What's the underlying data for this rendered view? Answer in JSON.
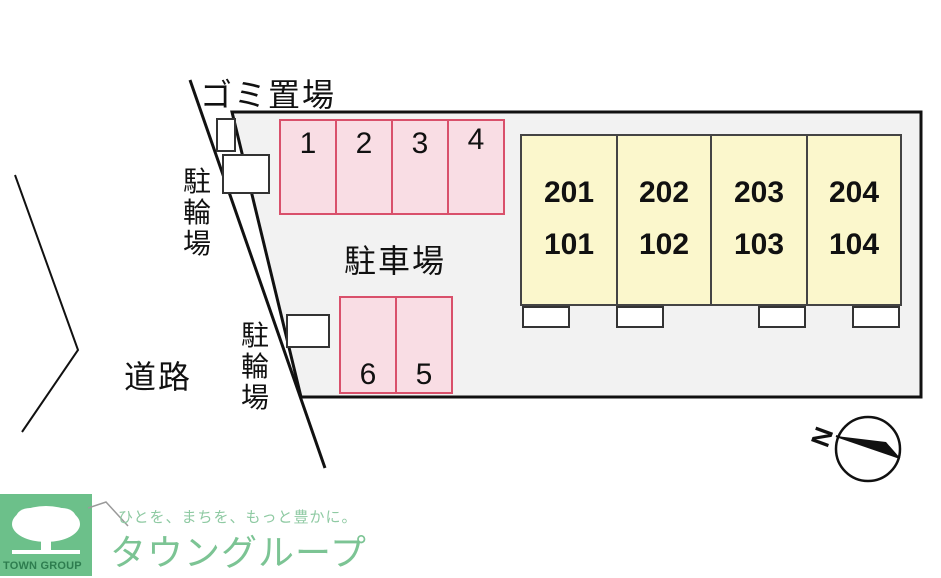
{
  "labels": {
    "garbage": "ゴミ置場",
    "bicycle_parking_top": [
      "駐",
      "輪",
      "場"
    ],
    "bicycle_parking_bottom": [
      "駐",
      "輪",
      "場"
    ],
    "parking_lot": "駐車場",
    "road": "道路",
    "north": "N"
  },
  "parking_top": [
    "1",
    "2",
    "3",
    "4"
  ],
  "parking_bottom": [
    "6",
    "5"
  ],
  "units": [
    {
      "upper": "201",
      "lower": "101"
    },
    {
      "upper": "202",
      "lower": "102"
    },
    {
      "upper": "203",
      "lower": "103"
    },
    {
      "upper": "204",
      "lower": "104"
    }
  ],
  "logo": {
    "tagline": "ひとを、まちを、もっと豊かに。",
    "brand": "タウングループ",
    "company": "TOWN GROUP"
  },
  "colors": {
    "parking_fill": "#f9dde4",
    "parking_border": "#d9506b",
    "unit_fill": "#fbf7cc",
    "site_fill": "#f2f2f2",
    "logo_green": "#6cc08a"
  },
  "icons": [
    "compass-icon",
    "tree-logo-icon"
  ]
}
